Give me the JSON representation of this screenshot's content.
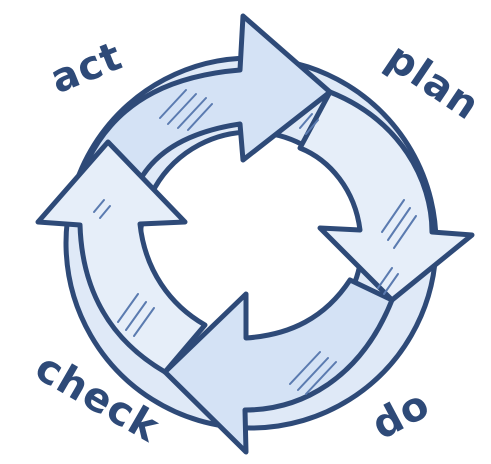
{
  "diagram": {
    "stages": [
      {
        "key": "act",
        "label": "act"
      },
      {
        "key": "plan",
        "label": "plan"
      },
      {
        "key": "do",
        "label": "do"
      },
      {
        "key": "check",
        "label": "check"
      }
    ]
  },
  "colors": {
    "outline": "#2e4a78",
    "fill_light": "#e3ecf8",
    "fill_mid": "#d3e1f5",
    "hatch": "#5b7bb0",
    "background": "#ffffff"
  }
}
